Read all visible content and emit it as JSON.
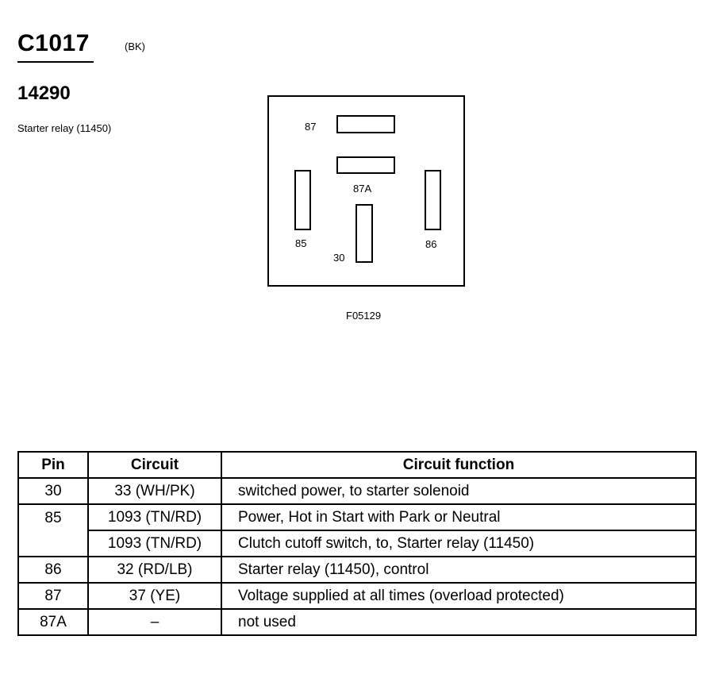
{
  "header": {
    "connector_id": "C1017",
    "color_code": "(BK)",
    "part_number": "14290",
    "part_name": "Starter relay (11450)"
  },
  "diagram": {
    "figure_id": "F05129",
    "pin_labels": {
      "p87": "87",
      "p87a": "87A",
      "p85": "85",
      "p30": "30",
      "p86": "86"
    }
  },
  "table": {
    "headers": [
      "Pin",
      "Circuit",
      "Circuit function"
    ],
    "rows": [
      {
        "pin": "30",
        "circuit": "33 (WH/PK)",
        "function": "switched power, to starter solenoid"
      },
      {
        "pin": "85",
        "circuit": "1093 (TN/RD)",
        "function": "Power, Hot in Start with Park or Neutral"
      },
      {
        "pin": "",
        "circuit": "1093 (TN/RD)",
        "function": "Clutch cutoff switch, to, Starter relay (11450)"
      },
      {
        "pin": "86",
        "circuit": "32 (RD/LB)",
        "function": "Starter relay (11450), control"
      },
      {
        "pin": "87",
        "circuit": "37 (YE)",
        "function": "Voltage supplied at all times (overload protected)"
      },
      {
        "pin": "87A",
        "circuit": "–",
        "function": "not used"
      }
    ]
  }
}
